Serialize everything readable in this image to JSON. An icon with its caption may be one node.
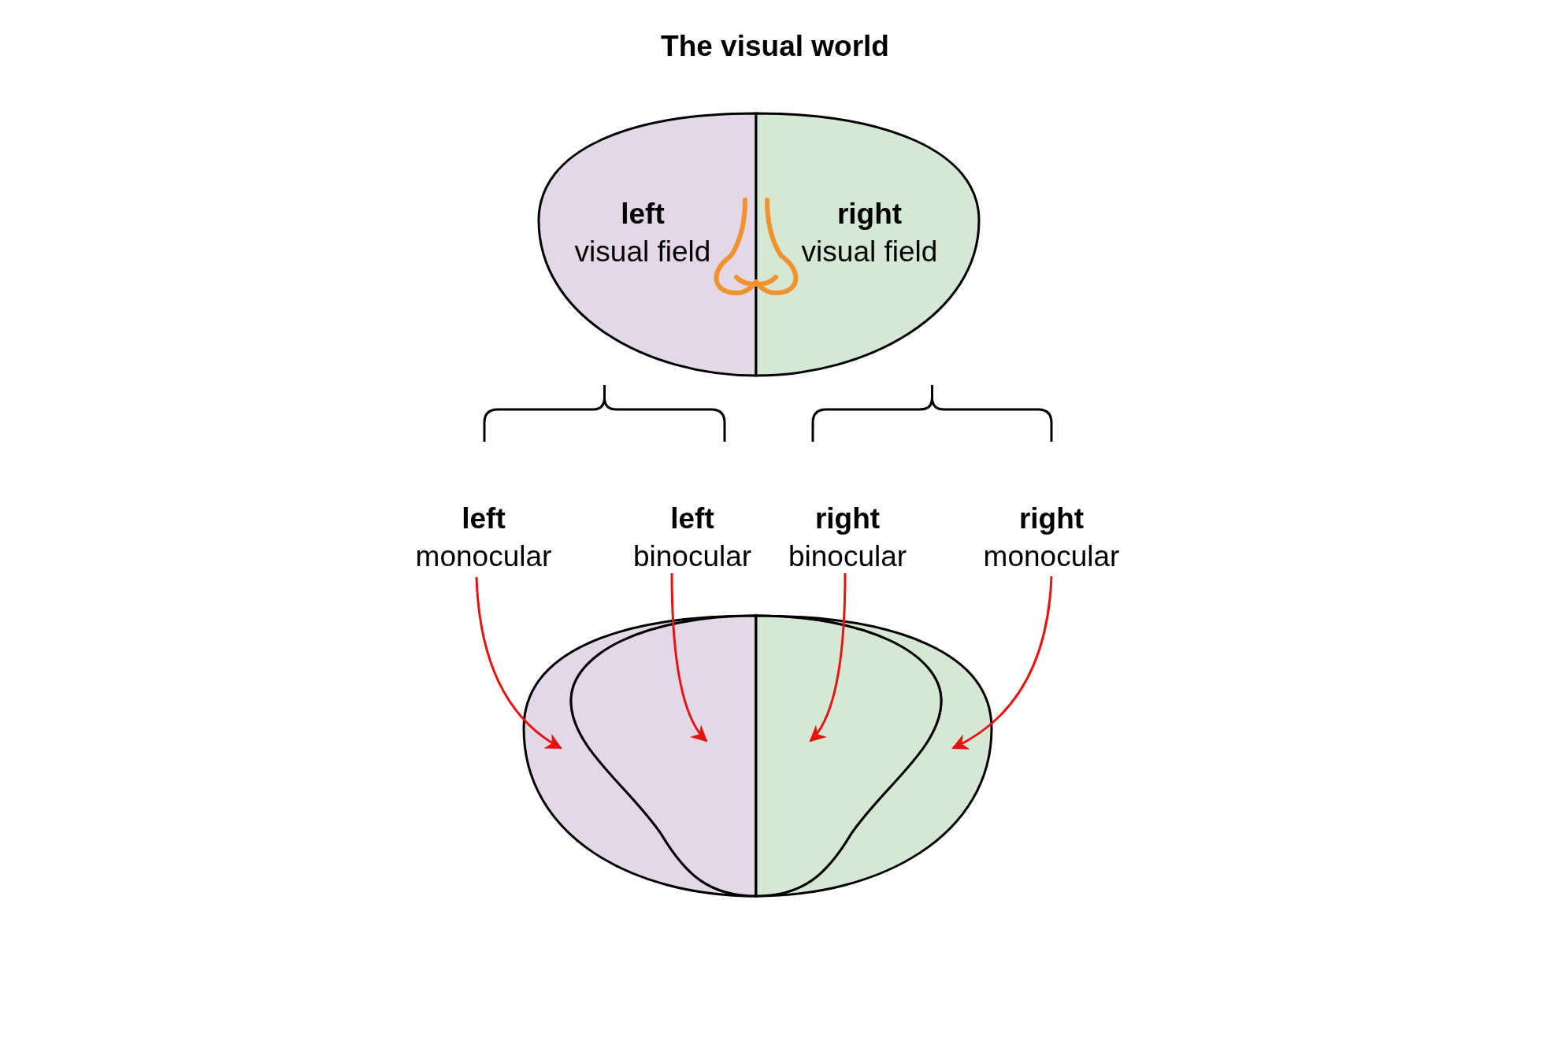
{
  "diagram": {
    "title": "The visual world",
    "nodes": [
      {
        "text": [
          "left",
          "visual field"
        ]
      },
      {
        "text": [
          "right",
          "visual field"
        ]
      },
      {
        "text": [
          "left",
          "monocular"
        ]
      },
      {
        "text": [
          "left",
          "binocular"
        ]
      },
      {
        "text": [
          "right",
          "binocular"
        ]
      },
      {
        "text": [
          "right",
          "monocular"
        ]
      },
      {
        "text": [],
        "shape": "region"
      },
      {
        "text": [],
        "shape": "region",
        "in": 6
      },
      {
        "text": [],
        "shape": "region",
        "in": 9
      },
      {
        "text": [],
        "shape": "region"
      }
    ],
    "edges": [
      {
        "from": 2,
        "to": 6,
        "arrow": "to"
      },
      {
        "from": 3,
        "to": 7,
        "arrow": "to"
      },
      {
        "from": 4,
        "to": 8,
        "arrow": "to"
      },
      {
        "from": 5,
        "to": 9,
        "arrow": "to"
      }
    ]
  }
}
